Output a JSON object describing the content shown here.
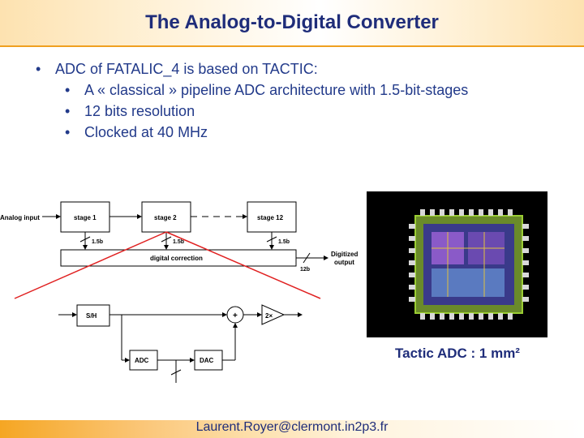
{
  "slide": {
    "title": "The Analog-to-Digital Converter",
    "bullets": {
      "main": "ADC of FATALIC_4 is based on TACTIC:",
      "sub": [
        "A « classical » pipeline ADC architecture with 1.5-bit-stages",
        "12 bits resolution",
        "Clocked at 40 MHz"
      ]
    },
    "diagram": {
      "analog_input": "Analog input",
      "stage1": "stage 1",
      "stage2": "stage 2",
      "stage12": "stage 12",
      "bits1": "1.5b",
      "bits2": "1.5b",
      "bits3": "1.5b",
      "digital_correction": "digital correction",
      "out_bits": "12b",
      "digitized": "Digitized",
      "output": "output",
      "sh": "S/H",
      "plus": "+",
      "gain": "2×",
      "adc": "ADC",
      "dac": "DAC"
    },
    "chip_caption": "Tactic ADC : 1 mm²",
    "footer": "Laurent.Royer@clermont.in2p3.fr",
    "colors": {
      "title": "#1f2d7a",
      "text": "#223a8a",
      "accent": "#f0a020",
      "red_line": "#e02020"
    }
  }
}
